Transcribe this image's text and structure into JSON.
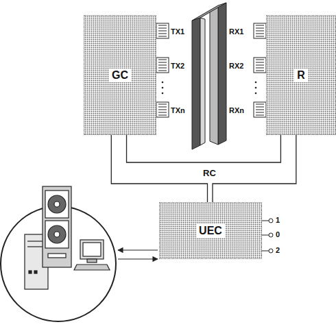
{
  "diagram": {
    "nodes": [
      {
        "text": [
          "GC"
        ]
      },
      {
        "text": [
          "R"
        ]
      },
      {
        "text": [
          "UEC"
        ]
      }
    ],
    "edges": [
      {
        "from": 0,
        "to": 1,
        "arrow": "none"
      },
      {
        "from": 0,
        "to": 2,
        "arrow": "none",
        "label": "RC"
      },
      {
        "from": 1,
        "to": 2,
        "arrow": "none"
      }
    ],
    "labels": [
      "TX1",
      "TX2",
      "TXn",
      "RX1",
      "RX2",
      "RXn",
      "1",
      "0",
      "2"
    ]
  }
}
